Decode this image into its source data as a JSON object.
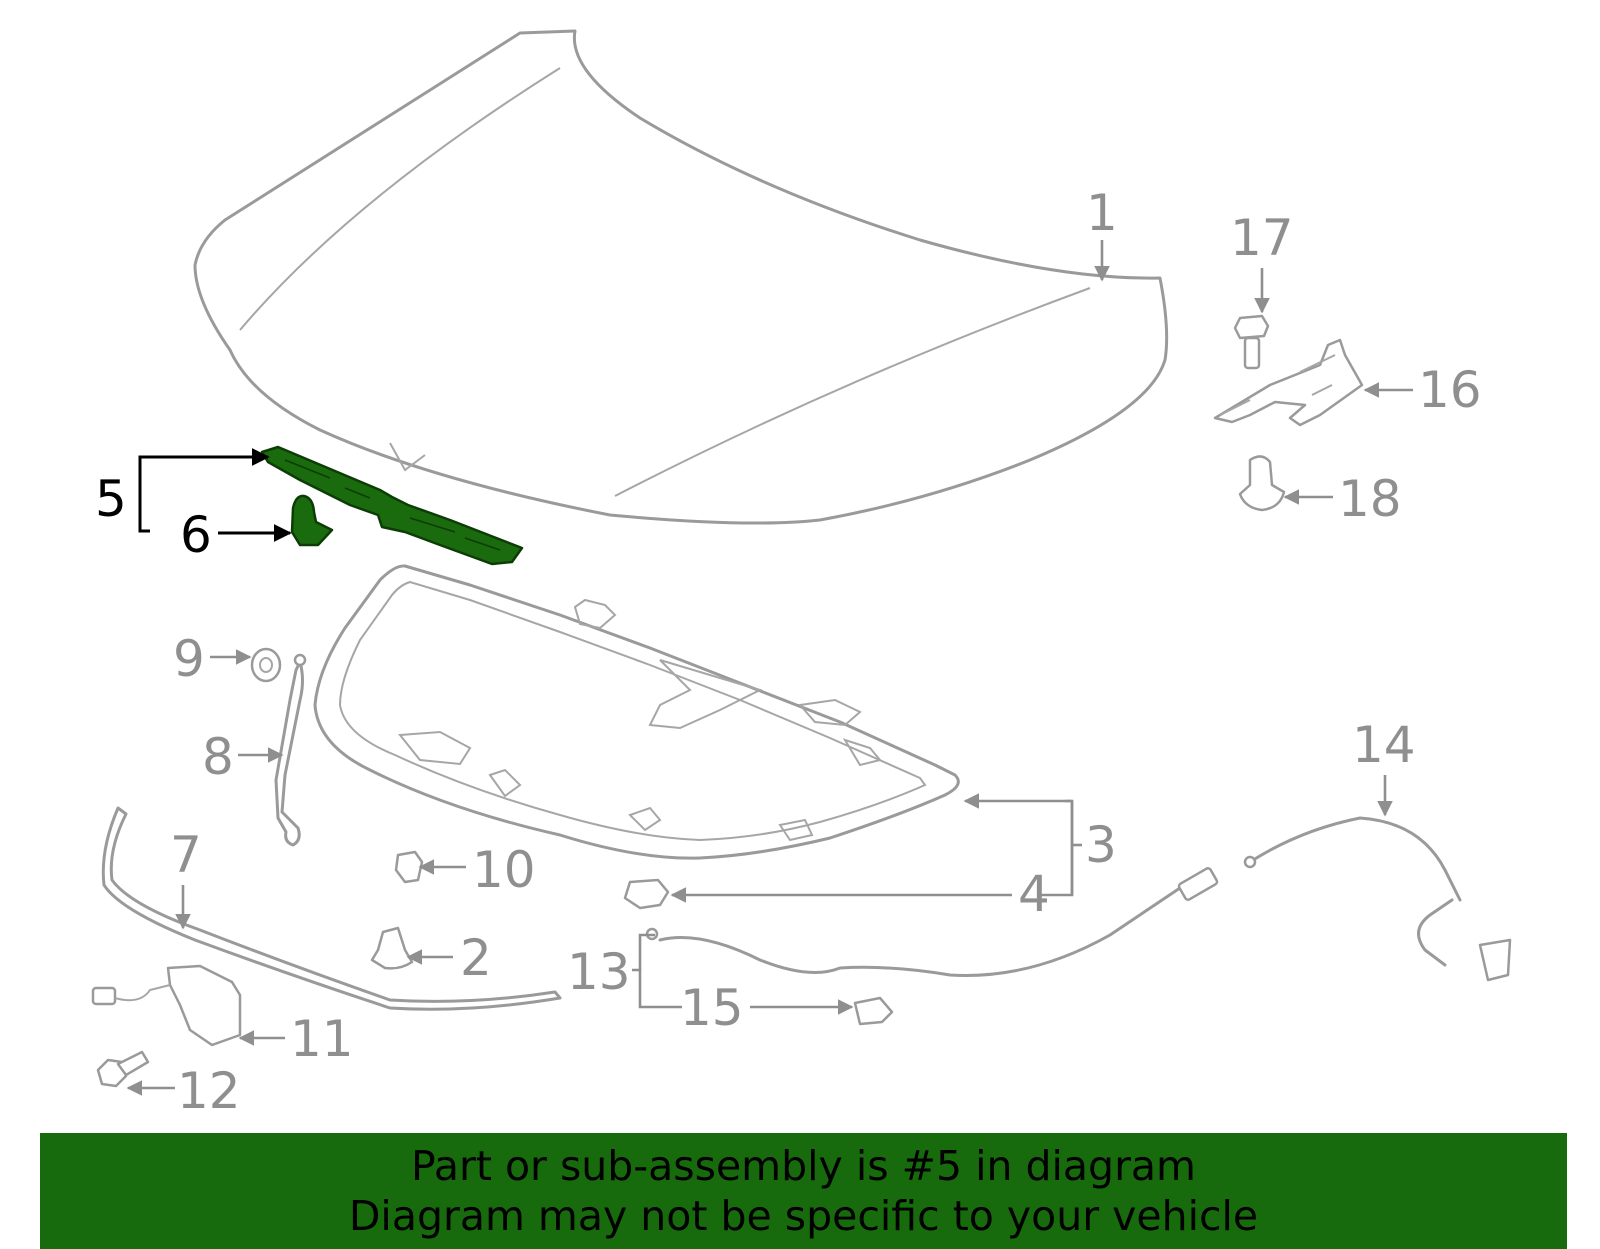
{
  "diagram": {
    "highlighted_part": "5",
    "callouts": [
      {
        "id": "c1",
        "label": "1"
      },
      {
        "id": "c2",
        "label": "2"
      },
      {
        "id": "c3",
        "label": "3"
      },
      {
        "id": "c4",
        "label": "4"
      },
      {
        "id": "c5",
        "label": "5"
      },
      {
        "id": "c6",
        "label": "6"
      },
      {
        "id": "c7",
        "label": "7"
      },
      {
        "id": "c8",
        "label": "8"
      },
      {
        "id": "c9",
        "label": "9"
      },
      {
        "id": "c10",
        "label": "10"
      },
      {
        "id": "c11",
        "label": "11"
      },
      {
        "id": "c12",
        "label": "12"
      },
      {
        "id": "c13",
        "label": "13"
      },
      {
        "id": "c14",
        "label": "14"
      },
      {
        "id": "c15",
        "label": "15"
      },
      {
        "id": "c16",
        "label": "16"
      },
      {
        "id": "c17",
        "label": "17"
      },
      {
        "id": "c18",
        "label": "18"
      }
    ],
    "colors": {
      "line_art": "#9a9a9a",
      "highlight": "#1a6b0e",
      "banner": "#176b0c"
    }
  },
  "banner": {
    "line1": "Part or sub-assembly is #5 in diagram",
    "line2": "Diagram may not be specific to your vehicle"
  }
}
